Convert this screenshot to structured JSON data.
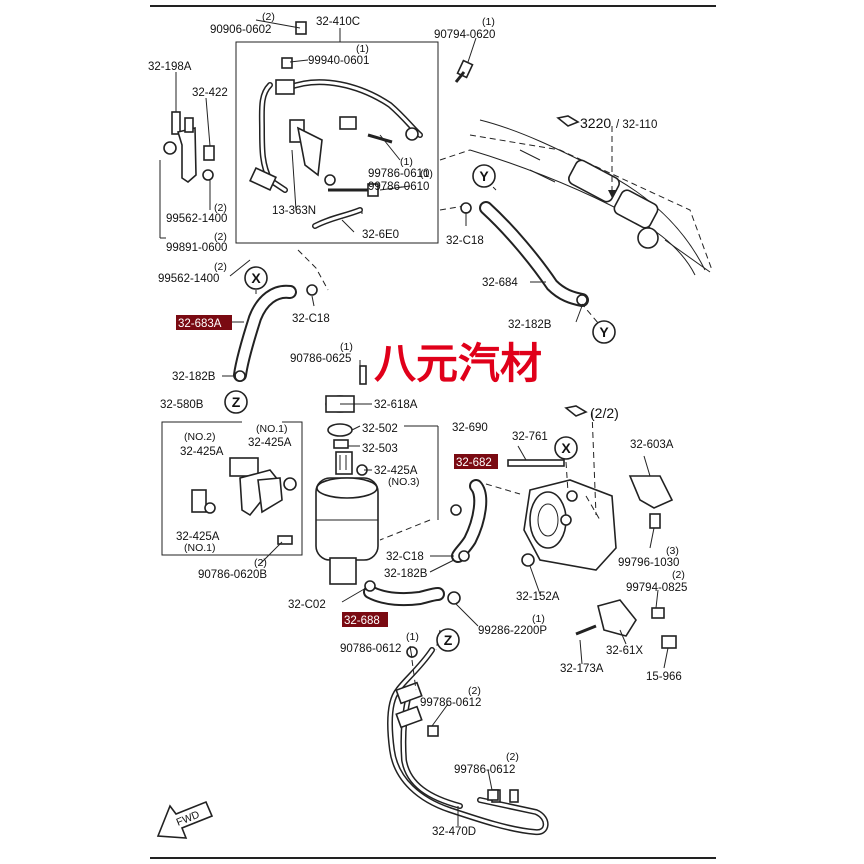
{
  "watermark": "八元汽材",
  "labels": {
    "p90906_0602": "90906-0602",
    "p90906_0602_qty": "(2)",
    "p32_410C": "32-410C",
    "p90794_0620": "90794-0620",
    "p90794_0620_qty": "(1)",
    "p99940_0601": "99940-0601",
    "p99940_0601_qty": "(1)",
    "p32_198A": "32-198A",
    "p32_422": "32-422",
    "ref3220": "3220",
    "ref32_110": "/ 32-110",
    "p99786_0610a": "99786-0610",
    "p99786_0610a_qty": "(1)",
    "p99786_0610b": "99786-0610",
    "p99786_0610b_qty": "(1)",
    "p99562_1400a": "99562-1400",
    "p99562_1400a_qty": "(2)",
    "p13_363N": "13-363N",
    "p32_6E0": "32-6E0",
    "p32_C18a": "32-C18",
    "p99891_0600": "99891-0600",
    "p99891_0600_qty": "(2)",
    "p99562_1400b": "99562-1400",
    "p99562_1400b_qty": "(2)",
    "p32_684": "32-684",
    "p32_C18b": "32-C18",
    "p32_683A": "32-683A",
    "p32_182Ba": "32-182B",
    "p90786_0625": "90786-0625",
    "p90786_0625_qty": "(1)",
    "p32_182Bb": "32-182B",
    "p32_580B": "32-580B",
    "p32_618A": "32-618A",
    "p32_690": "32-690",
    "no2": "(NO.2)",
    "no1a": "(NO.1)",
    "p32_425A_a": "32-425A",
    "p32_425A_b": "32-425A",
    "p32_502": "32-502",
    "p32_503": "32-503",
    "p32_425A_c": "32-425A",
    "no3": "(NO.3)",
    "p32_761": "32-761",
    "ref2_2": "(2/2)",
    "p32_603A": "32-603A",
    "p32_682": "32-682",
    "p32_425A_d": "32-425A",
    "no1b": "(NO.1)",
    "p90786_0620B": "90786-0620B",
    "p90786_0620B_qty": "(2)",
    "p32_C18c": "32-C18",
    "p32_182Bc": "32-182B",
    "p99796_1030": "99796-1030",
    "p99796_1030_qty": "(3)",
    "p99794_0825": "99794-0825",
    "p99794_0825_qty": "(2)",
    "p32_C02": "32-C02",
    "p32_152A": "32-152A",
    "p32_688": "32-688",
    "p99286_2200P": "99286-2200P",
    "p99286_2200P_qty": "(1)",
    "p32_61X": "32-61X",
    "p90786_0612": "90786-0612",
    "p90786_0612_qty": "(1)",
    "p32_173A": "32-173A",
    "p15_966": "15-966",
    "p99786_0612a": "99786-0612",
    "p99786_0612a_qty": "(2)",
    "p99786_0612b": "99786-0612",
    "p99786_0612b_qty": "(2)",
    "p32_470D": "32-470D",
    "fwd": "FWD",
    "circle_X": "X",
    "circle_Y": "Y",
    "circle_Z": "Z"
  },
  "colors": {
    "highlight": "#7a0a12",
    "watermark": "#e0001a",
    "ink": "#222222"
  }
}
